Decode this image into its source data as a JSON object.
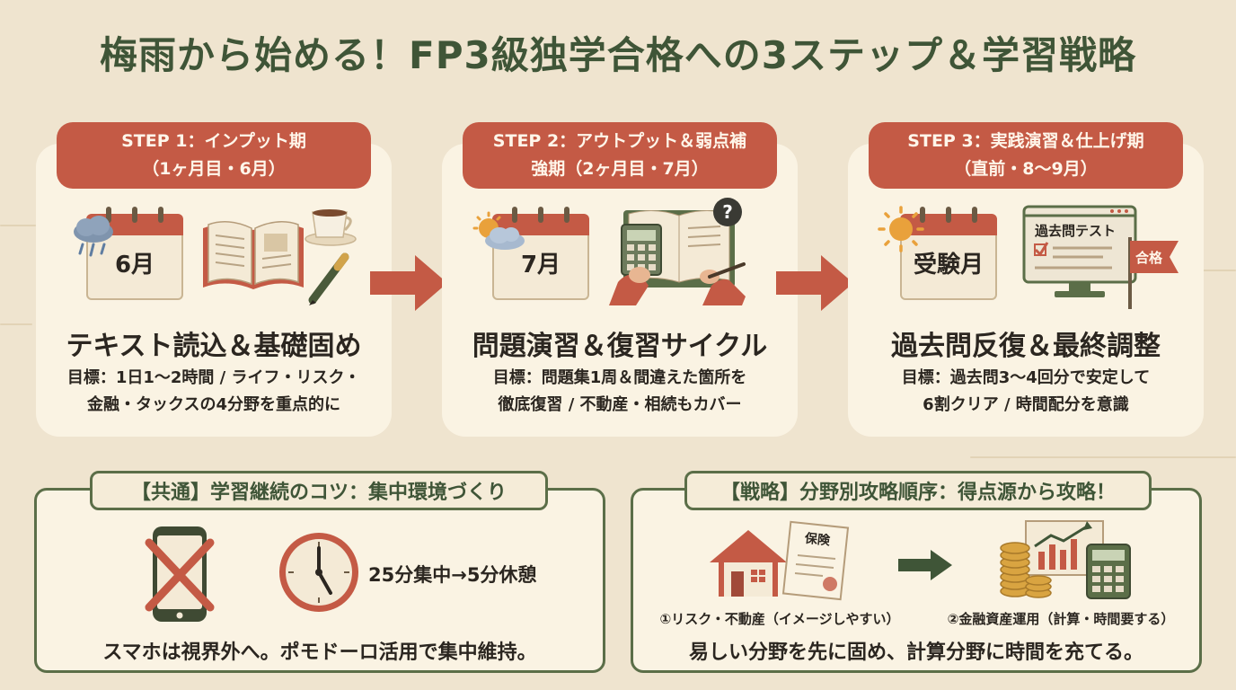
{
  "title": "梅雨から始める！FP3級独学合格への3ステップ＆学習戦略",
  "steps": [
    {
      "header_line1": "STEP 1：インプット期",
      "header_line2": "（1ヶ月目・6月）",
      "calendar_month": "6月",
      "main": "テキスト読込＆基礎固め",
      "goal_line1": "目標：1日1〜2時間 / ライフ・リスク・",
      "goal_line2": "金融・タックスの4分野を重点的に"
    },
    {
      "header_line1": "STEP 2：アウトプット＆弱点補",
      "header_line2": "強期（2ヶ月目・7月）",
      "calendar_month": "7月",
      "main": "問題演習＆復習サイクル",
      "goal_line1": "目標：問題集1周＆間違えた箇所を",
      "goal_line2": "徹底復習 / 不動産・相続もカバー"
    },
    {
      "header_line1": "STEP 3：実践演習＆仕上げ期",
      "header_line2": "（直前・8〜9月）",
      "calendar_month": "受験月",
      "main": "過去問反復＆最終調整",
      "goal_line1": "目標：過去問3〜4回分で安定して",
      "goal_line2": "6割クリア / 時間配分を意識",
      "screen_title": "過去問テスト",
      "flag_label": "合格"
    }
  ],
  "common": {
    "header": "【共通】学習継続のコツ：集中環境づくり",
    "timer_text": "25分集中→5分休憩",
    "caption": "スマホは視界外へ。ポモドーロ活用で集中維持。"
  },
  "strategy": {
    "header": "【戦略】分野別攻略順序：得点源から攻略！",
    "doc_label": "保険",
    "item1": "①リスク・不動産（イメージしやすい）",
    "item2": "②金融資産運用（計算・時間要する）",
    "caption": "易しい分野を先に固め、計算分野に時間を充てる。"
  },
  "colors": {
    "accent_red": "#c45a45",
    "accent_green": "#5b6e48",
    "title_green": "#3f5537",
    "background": "#efe4cf"
  }
}
